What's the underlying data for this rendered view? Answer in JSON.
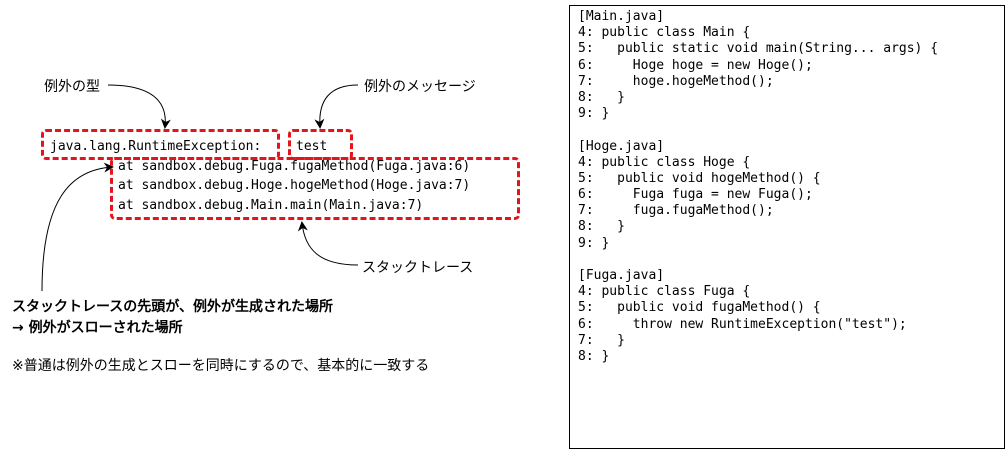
{
  "labels": {
    "exception_type": "例外の型",
    "exception_message": "例外のメッセージ",
    "stack_trace": "スタックトレース",
    "note_line1": "スタックトレースの先頭が、例外が生成された場所",
    "note_line2": "→ 例外がスローされた場所",
    "footnote": "※普通は例外の生成とスローを同時にするので、基本的に一致する"
  },
  "trace": {
    "exception_class": "java.lang.RuntimeException:",
    "message": "test",
    "frames": [
      "at sandbox.debug.Fuga.fugaMethod(Fuga.java:6)",
      "at sandbox.debug.Hoge.hogeMethod(Hoge.java:7)",
      "at sandbox.debug.Main.main(Main.java:7)"
    ]
  },
  "code": {
    "main": [
      "[Main.java]",
      "4: public class Main {",
      "5:   public static void main(String... args) {",
      "6:     Hoge hoge = new Hoge();",
      "7:     hoge.hogeMethod();",
      "8:   }",
      "9: }"
    ],
    "hoge": [
      "[Hoge.java]",
      "4: public class Hoge {",
      "5:   public void hogeMethod() {",
      "6:     Fuga fuga = new Fuga();",
      "7:     fuga.fugaMethod();",
      "8:   }",
      "9: }"
    ],
    "fuga": [
      "[Fuga.java]",
      "4: public class Fuga {",
      "5:   public void fugaMethod() {",
      "6:     throw new RuntimeException(\"test\");",
      "7:   }",
      "8: }"
    ]
  },
  "colors": {
    "highlight": "#e3141b"
  }
}
